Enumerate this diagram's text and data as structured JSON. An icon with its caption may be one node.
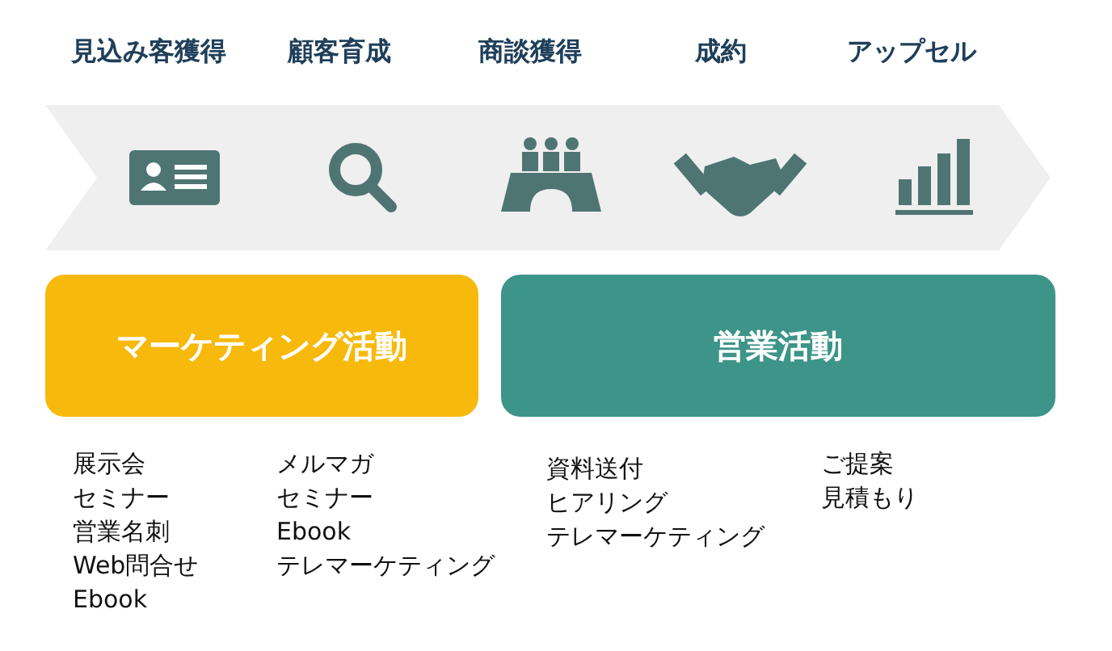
{
  "diagram": {
    "nodes": [
      {
        "text": [
          "見込み客獲得"
        ]
      },
      {
        "text": [
          "顧客育成"
        ]
      },
      {
        "text": [
          "商談獲得"
        ]
      },
      {
        "text": [
          "成約"
        ]
      },
      {
        "text": [
          "アップセル"
        ]
      },
      {
        "text": [
          "マーケティング活動"
        ]
      },
      {
        "text": [
          "営業活動"
        ]
      }
    ],
    "labels": [
      "展示会",
      "セミナー",
      "営業名刺",
      "Web問合せ",
      "Ebook",
      "メルマガ",
      "セミナー",
      "Ebook",
      "テレマーケティング",
      "資料送付",
      "ヒアリング",
      "テレマーケティング",
      "ご提案",
      "見積もり"
    ]
  }
}
